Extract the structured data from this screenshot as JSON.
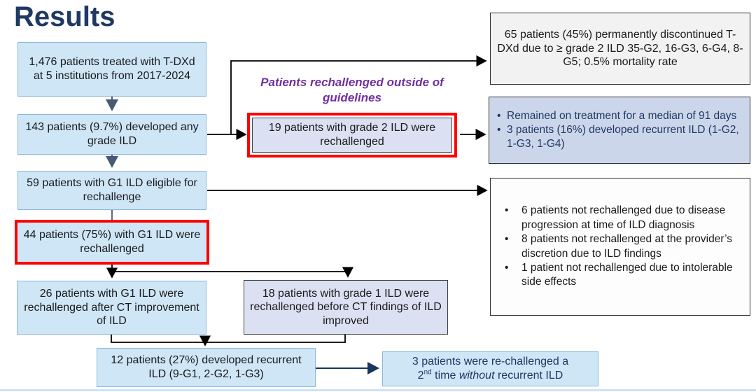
{
  "title": "Results",
  "annotation": "Patients rechallenged outside of guidelines",
  "flow": {
    "treated": "1,476 patients treated with T-DXd at 5 institutions from 2017-2024",
    "developed": "143 patients (9.7%) developed any grade ILD",
    "eligible": "59 patients with G1 ILD eligible for rechallenge",
    "rechallenged_g1": "44 patients (75%) with G1 ILD were rechallenged",
    "rechallenged_after_ct": "26 patients with G1 ILD were rechallenged after CT improvement of ILD",
    "rechallenged_before_ct": "18 patients with grade 1 ILD were rechallenged before CT findings of ILD improved",
    "recurrent": "12 patients (27%) developed recurrent ILD (9-G1, 2-G2, 1-G3)",
    "grade2_rechallenged": "19 patients with grade 2 ILD were rechallenged",
    "second_rechallenge": {
      "line1": "3 patients were re-challenged a",
      "number": "2",
      "ordinal": "nd",
      "mid": " time ",
      "emphasis": "without",
      "tail": " recurrent ILD"
    }
  },
  "side": {
    "discontinued": "65 patients (45%) permanently discontinued T-DXd due to ≥ grade 2 ILD 35-G2, 16-G3, 6-G4, 8-G5; 0.5% mortality rate",
    "treatment_outcome": [
      "Remained on treatment for a median of 91 days",
      "3 patients (16%) developed recurrent ILD (1-G2, 1-G3, 1-G4)"
    ],
    "not_rechallenged": [
      "6 patients not rechallenged due to disease progression at time of ILD diagnosis",
      "8 patients not rechallenged at the provider’s discretion due to ILD findings",
      "1 patient not rechallenged due to intolerable side effects"
    ]
  },
  "colors": {
    "accent_navy": "#1f3864",
    "annotation_purple": "#7030a0",
    "highlight_red": "#ff0000",
    "flow_light_blue": "#cfe6f7",
    "flow_lavender": "#dbe0f2",
    "outcome_periwinkle": "#ccd6ea"
  }
}
